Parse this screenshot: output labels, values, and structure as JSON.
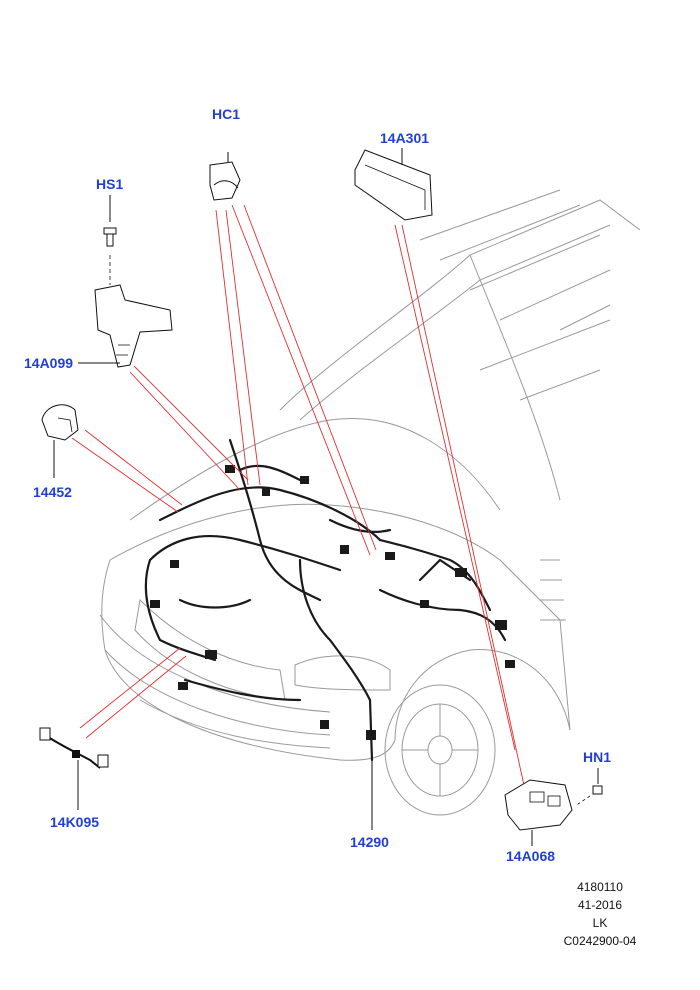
{
  "colors": {
    "label": "#1f3fd6",
    "leader_red": "#e03030",
    "leader_black": "#111111",
    "outline": "#8a8a8a",
    "harness": "#1a1a1a"
  },
  "parts": {
    "hc1": "HC1",
    "a301": "14A301",
    "hs1": "HS1",
    "a099": "14A099",
    "p14452": "14452",
    "k095": "14K095",
    "p14290": "14290",
    "hn1": "HN1",
    "a068": "14A068"
  },
  "reference": {
    "line1": "4180110",
    "line2": "41-2016",
    "line3": "LK",
    "line4": "C0242900-04"
  }
}
